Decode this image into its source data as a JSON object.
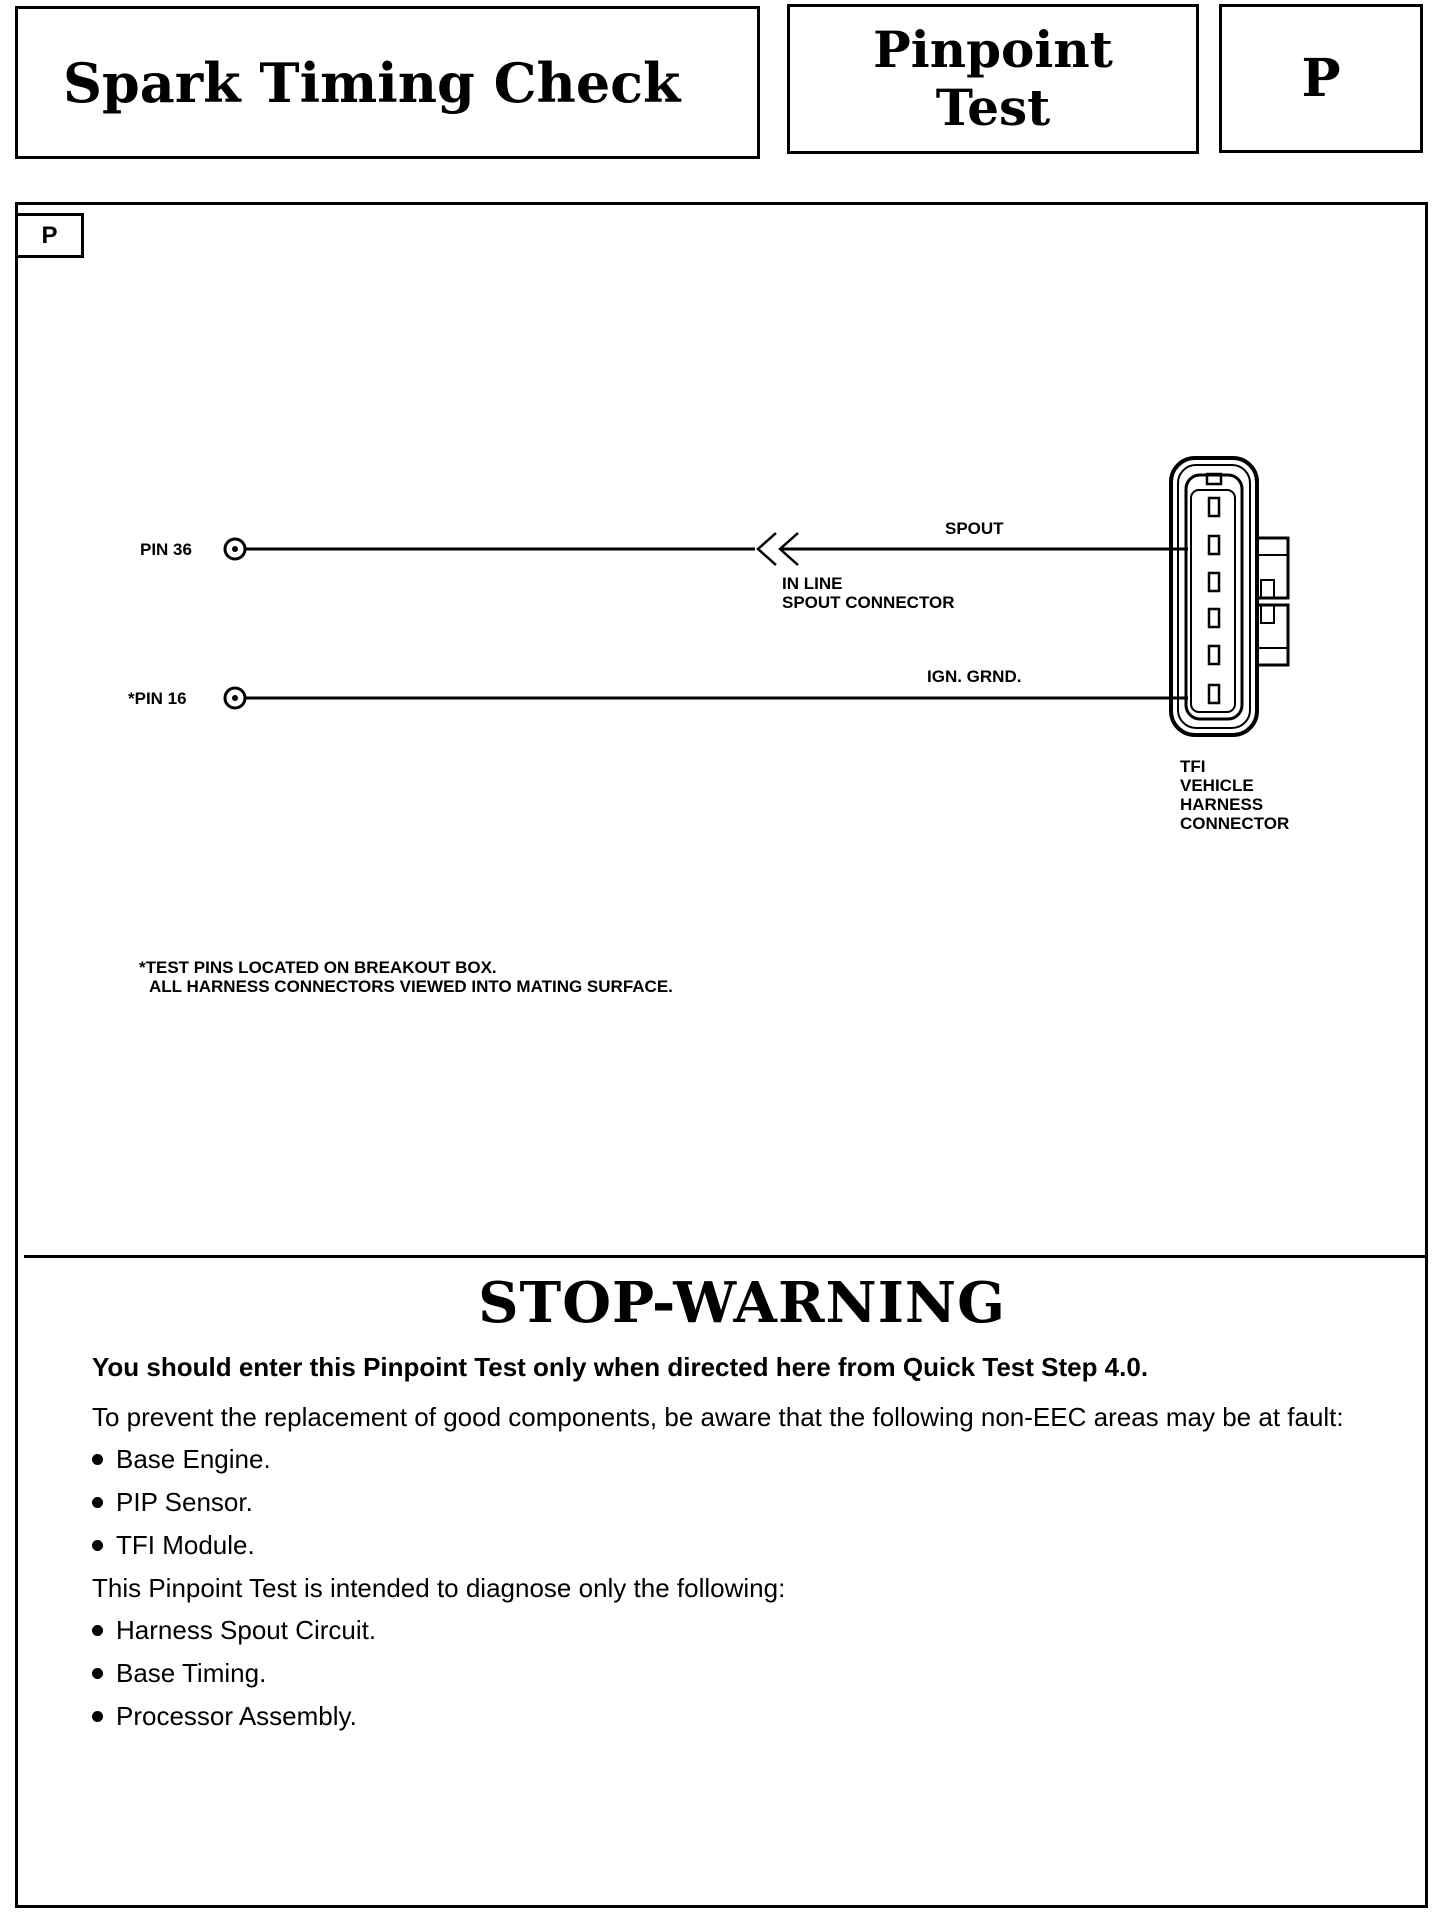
{
  "header": {
    "title": "Spark Timing Check",
    "type_line1": "Pinpoint",
    "type_line2": "Test",
    "test_letter": "P"
  },
  "main": {
    "tab_letter": "P",
    "diagram": {
      "pin36": "PIN 36",
      "pin16": "*PIN 16",
      "spout": "SPOUT",
      "inline1": "IN LINE",
      "inline2": "SPOUT CONNECTOR",
      "ign_grnd": "IGN. GRND.",
      "connector": [
        "TFI",
        "VEHICLE",
        "HARNESS",
        "CONNECTOR"
      ],
      "note1": "*TEST PINS LOCATED ON BREAKOUT BOX.",
      "note2": "ALL HARNESS CONNECTORS VIEWED INTO MATING SURFACE."
    },
    "warning": {
      "title": "STOP-WARNING",
      "lead": "You should enter this Pinpoint Test only when directed here from Quick Test Step 4.0.",
      "intro1": "To prevent the replacement of good components, be aware that the following non-EEC areas may be at fault:",
      "list1": [
        "Base Engine.",
        "PIP Sensor.",
        "TFI Module."
      ],
      "intro2": "This Pinpoint Test is intended to diagnose only the following:",
      "list2": [
        "Harness Spout Circuit.",
        "Base Timing.",
        "Processor Assembly."
      ]
    }
  }
}
